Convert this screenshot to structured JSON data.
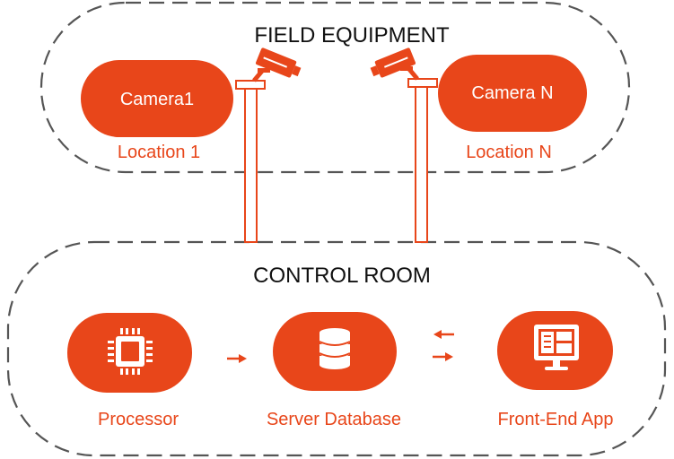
{
  "field": {
    "title": "FIELD EQUIPMENT",
    "cameras": [
      {
        "name": "Camera1",
        "location": "Location 1"
      },
      {
        "name": "Camera N",
        "location": "Location N"
      }
    ]
  },
  "control": {
    "title": "CONTROL ROOM",
    "nodes": [
      {
        "name": "Processor",
        "icon": "processor-chip-icon"
      },
      {
        "name": "Server Database",
        "icon": "database-icon"
      },
      {
        "name": "Front-End App",
        "icon": "monitor-app-icon"
      }
    ]
  },
  "colors": {
    "accent": "#e8461a",
    "dash": "#555555",
    "title_text": "#111111"
  }
}
